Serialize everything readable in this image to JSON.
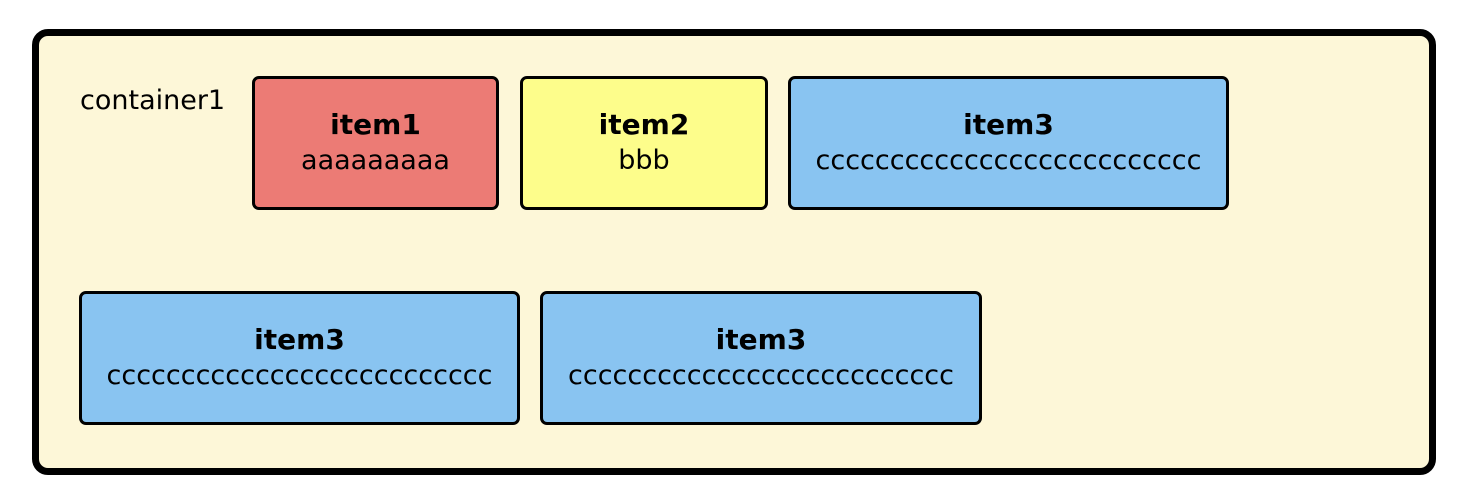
{
  "container": {
    "label": "container1",
    "background": "#fdf7d8",
    "border_color": "#000000"
  },
  "items": [
    {
      "title": "item1",
      "content": "aaaaaaaaa",
      "color": "#ec7b75"
    },
    {
      "title": "item2",
      "content": "bbb",
      "color": "#fdfd8b"
    },
    {
      "title": "item3",
      "content": "cccccccccccccccccccccccccc",
      "color": "#89c4f1"
    },
    {
      "title": "item3",
      "content": "cccccccccccccccccccccccccc",
      "color": "#89c4f1"
    },
    {
      "title": "item3",
      "content": "cccccccccccccccccccccccccc",
      "color": "#89c4f1"
    }
  ]
}
